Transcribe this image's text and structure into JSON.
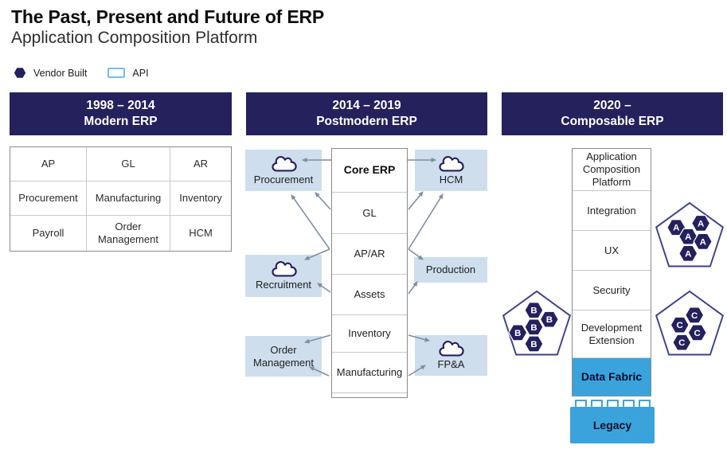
{
  "title": "The Past, Present and Future of ERP",
  "subtitle": "Application Composition Platform",
  "legend": {
    "vendor_built": "Vendor Built",
    "api": "API"
  },
  "colors": {
    "navy": "#24215c",
    "blue": "#3ba3dc",
    "satellite_blue": "#cedeed",
    "api_border": "#74bde8",
    "arrow_gray": "#7e8fa0",
    "pentagon_outline": "#3c4189"
  },
  "columns": [
    {
      "period": "1998 – 2014",
      "name": "Modern ERP"
    },
    {
      "period": "2014 – 2019",
      "name": "Postmodern ERP"
    },
    {
      "period": "2020 –",
      "name": "Composable ERP"
    }
  ],
  "modern": {
    "cells": [
      "AP",
      "GL",
      "AR",
      "Procurement",
      "Manufacturing",
      "Inventory",
      "Payroll",
      "Order Management",
      "HCM"
    ]
  },
  "postmodern": {
    "core_rows": [
      "Core ERP",
      "GL",
      "AP/AR",
      "Assets",
      "Inventory",
      "Manufacturing"
    ],
    "satellites": [
      {
        "label": "Procurement",
        "cloud": true
      },
      {
        "label": "HCM",
        "cloud": true
      },
      {
        "label": "Recruitment",
        "cloud": true
      },
      {
        "label": "Production",
        "cloud": false
      },
      {
        "label": "Order Management",
        "cloud": false
      },
      {
        "label": "FP&A",
        "cloud": true
      }
    ]
  },
  "composable": {
    "stack": [
      "Application Composition Platform",
      "Integration",
      "UX",
      "Security",
      "Development Extension"
    ],
    "data_fabric": "Data Fabric",
    "legacy": "Legacy",
    "pentagons": [
      {
        "letter": "A",
        "count": 5
      },
      {
        "letter": "B",
        "count": 5
      },
      {
        "letter": "C",
        "count": 4
      }
    ]
  }
}
